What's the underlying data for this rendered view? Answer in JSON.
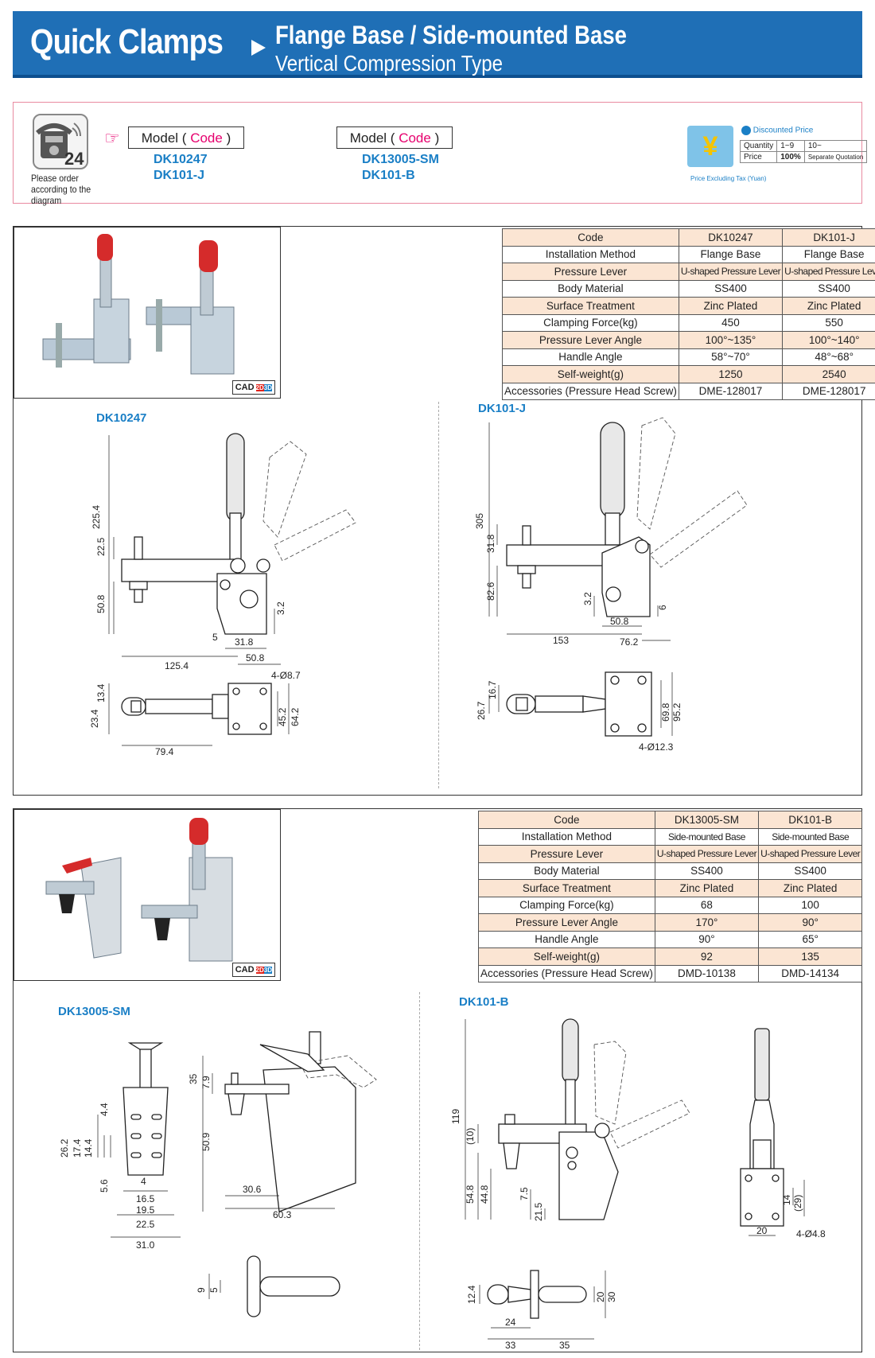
{
  "header": {
    "title": "Quick Clamps",
    "subtitle1": "Flange Base / Side-mounted Base",
    "subtitle2": "Vertical Compression Type"
  },
  "order": {
    "note": "Please order according to the diagram",
    "model_label": "Model (",
    "code_label": "Code",
    "close": ")",
    "group1": [
      "DK10247",
      "DK101-J"
    ],
    "group2": [
      "DK13005-SM",
      "DK101-B"
    ]
  },
  "price": {
    "badge": "Discounted Price",
    "quantity_label": "Quantity",
    "price_label": "Price",
    "q1": "1~9",
    "q2": "10~",
    "p1": "100%",
    "p2": "Separate Quotation",
    "tax_note": "Price Excluding Tax (Yuan)"
  },
  "icons": {
    "phone": "phone-24-icon",
    "hand": "pointing-hand-icon",
    "yen": "yen-icon",
    "cad": "cad-2d-3d-icon"
  },
  "cad": {
    "label": "CAD",
    "d2": "2D",
    "d3": "3D"
  },
  "table1": {
    "header": [
      "Code",
      "DK10247",
      "DK101-J"
    ],
    "rows": [
      [
        "Installation Method",
        "Flange Base",
        "Flange Base"
      ],
      [
        "Pressure Lever",
        "U-shaped Pressure Lever",
        "U-shaped Pressure Lever"
      ],
      [
        "Body Material",
        "SS400",
        "SS400"
      ],
      [
        "Surface Treatment",
        "Zinc Plated",
        "Zinc Plated"
      ],
      [
        "Clamping Force(kg)",
        "450",
        "550"
      ],
      [
        "Pressure Lever Angle",
        "100°~135°",
        "100°~140°"
      ],
      [
        "Handle Angle",
        "58°~70°",
        "48°~68°"
      ],
      [
        "Self-weight(g)",
        "1250",
        "2540"
      ],
      [
        "Accessories (Pressure Head Screw)",
        "DME-128017",
        "DME-128017"
      ]
    ]
  },
  "table2": {
    "header": [
      "Code",
      "DK13005-SM",
      "DK101-B"
    ],
    "rows": [
      [
        "Installation Method",
        "Side-mounted Base",
        "Side-mounted Base"
      ],
      [
        "Pressure Lever",
        "U-shaped Pressure Lever",
        "U-shaped Pressure Lever"
      ],
      [
        "Body Material",
        "SS400",
        "SS400"
      ],
      [
        "Surface Treatment",
        "Zinc Plated",
        "Zinc Plated"
      ],
      [
        "Clamping Force(kg)",
        "68",
        "100"
      ],
      [
        "Pressure Lever Angle",
        "170°",
        "90°"
      ],
      [
        "Handle Angle",
        "90°",
        "65°"
      ],
      [
        "Self-weight(g)",
        "92",
        "135"
      ],
      [
        "Accessories (Pressure Head Screw)",
        "DMD-10138",
        "DMD-14134"
      ]
    ]
  },
  "drawings": {
    "dk10247": {
      "label": "DK10247",
      "dims": [
        "225.4",
        "22.5",
        "50.8",
        "5",
        "3.2",
        "31.8",
        "125.4",
        "50.8",
        "13.4",
        "23.4",
        "79.4",
        "4-Ø8.7",
        "45.2",
        "64.2"
      ]
    },
    "dk101j": {
      "label": "DK101-J",
      "dims": [
        "305",
        "31.8",
        "82.6",
        "3.2",
        "6",
        "50.8",
        "153",
        "76.2",
        "16.7",
        "26.7",
        "69.8",
        "95.2",
        "4-Ø12.3"
      ]
    },
    "dk13005sm": {
      "label": "DK13005-SM",
      "dims": [
        "4.4",
        "26.2",
        "17.4",
        "14.4",
        "5.6",
        "4",
        "16.5",
        "19.5",
        "22.5",
        "31.0",
        "35",
        "7.9",
        "50.9",
        "30.6",
        "60.3",
        "9",
        "5"
      ]
    },
    "dk101b": {
      "label": "DK101-B",
      "dims": [
        "119",
        "(10)",
        "54.8",
        "44.8",
        "7.5",
        "21.5",
        "14",
        "(29)",
        "20",
        "4-Ø4.8",
        "12.4",
        "20",
        "30",
        "24",
        "33",
        "35"
      ]
    }
  }
}
